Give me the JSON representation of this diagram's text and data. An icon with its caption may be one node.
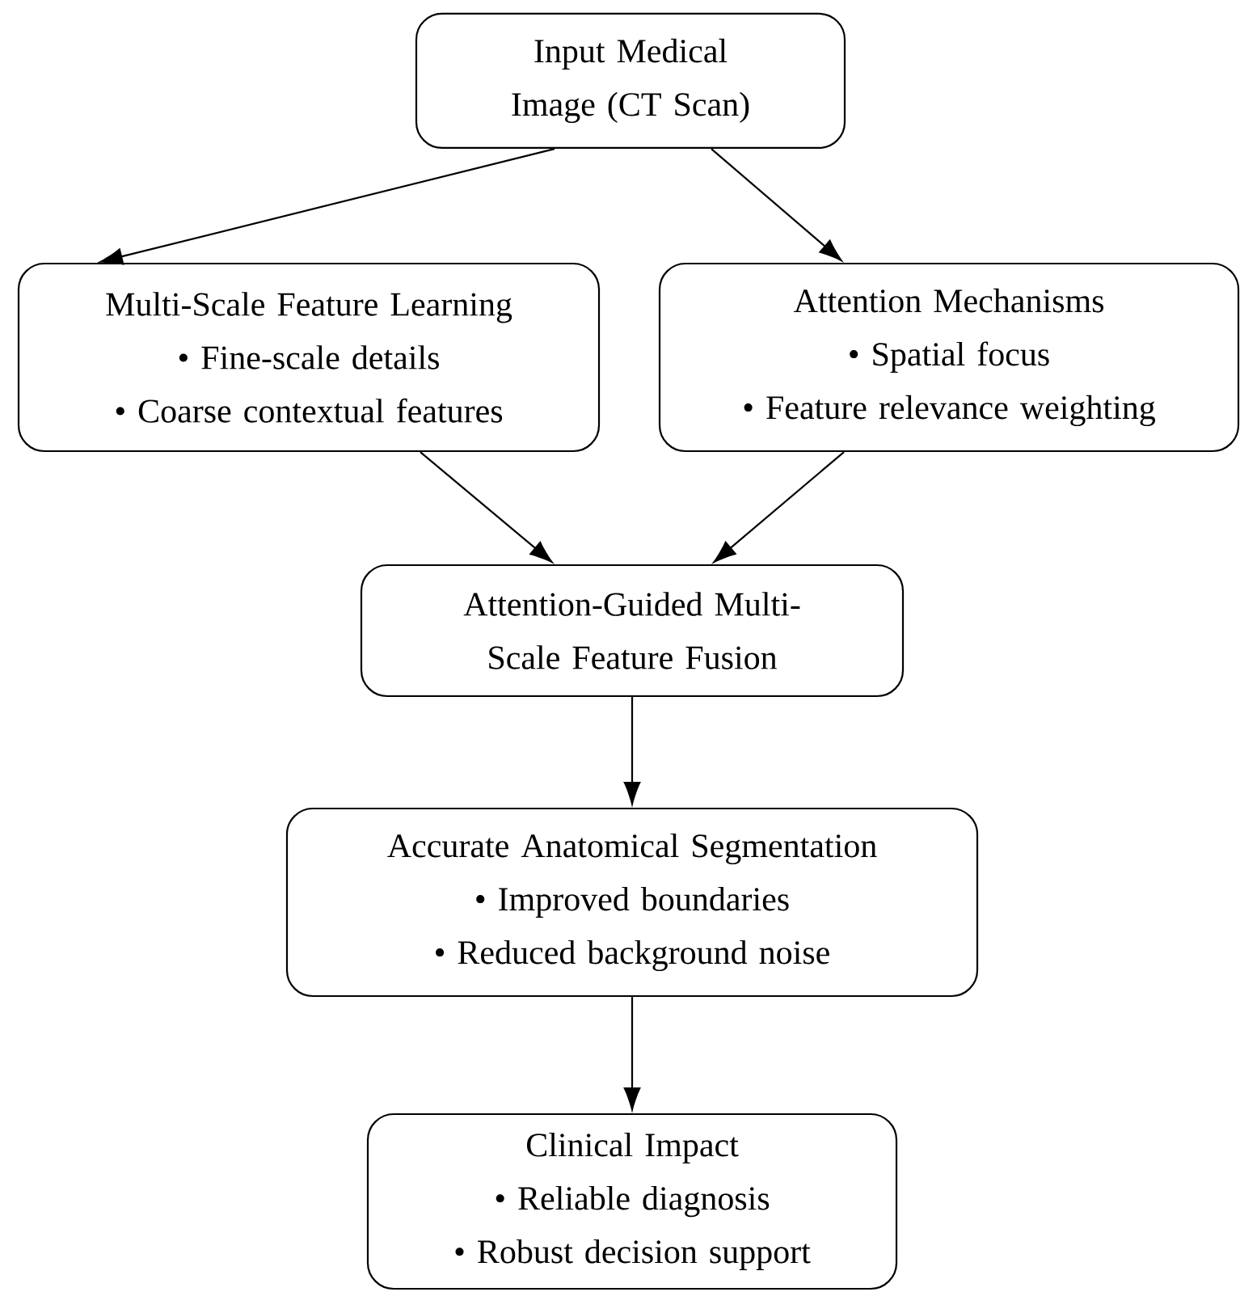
{
  "diagram": {
    "nodes": [
      {
        "text": [
          "Input Medical Image (CT Scan)"
        ]
      },
      {
        "text": [
          "Multi-Scale Feature Learning",
          "• Fine-scale details",
          "• Coarse contextual features"
        ]
      },
      {
        "text": [
          "Attention Mechanisms",
          "• Spatial focus",
          "• Feature relevance weighting"
        ]
      },
      {
        "text": [
          "Attention-Guided Multi-Scale Feature Fusion"
        ]
      },
      {
        "text": [
          "Accurate Anatomical Segmentation",
          "• Improved boundaries",
          "• Reduced background noise"
        ]
      },
      {
        "text": [
          "Clinical Impact",
          "• Reliable diagnosis",
          "• Robust decision support"
        ]
      }
    ],
    "edges": [
      {
        "from": 0,
        "to": 1,
        "arrow": "to"
      },
      {
        "from": 0,
        "to": 2,
        "arrow": "to"
      },
      {
        "from": 1,
        "to": 3,
        "arrow": "to"
      },
      {
        "from": 2,
        "to": 3,
        "arrow": "to"
      },
      {
        "from": 3,
        "to": 4,
        "arrow": "to"
      },
      {
        "from": 4,
        "to": 5,
        "arrow": "to"
      }
    ]
  }
}
